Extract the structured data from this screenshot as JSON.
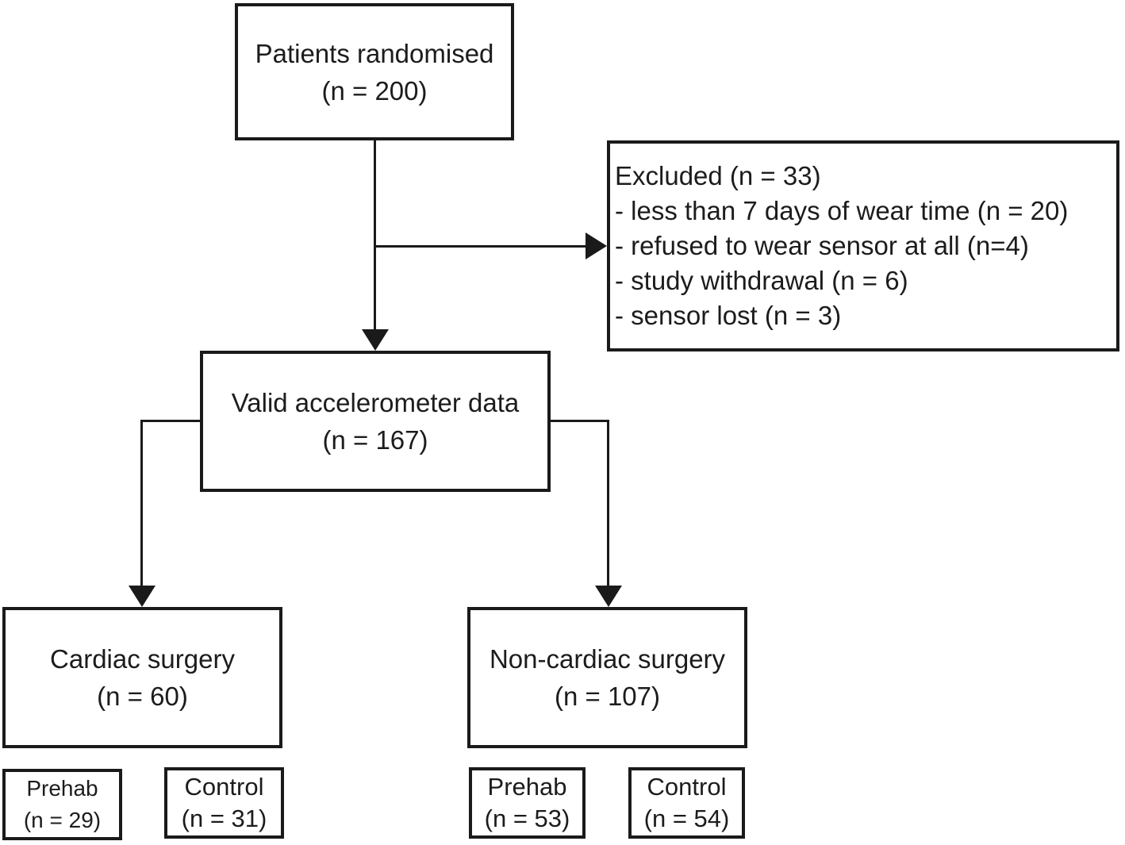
{
  "colors": {
    "background": "#ffffff",
    "ink": "#1c1c1c",
    "border": "#1a1a1a"
  },
  "boxes": {
    "randomised": {
      "line1": "Patients randomised",
      "line2": "(n = 200)"
    },
    "excluded": {
      "title": "Excluded (n = 33)",
      "items": [
        "- less than 7 days of wear time (n = 20)",
        "- refused to wear sensor at all (n=4)",
        "- study withdrawal (n = 6)",
        "- sensor lost (n = 3)"
      ]
    },
    "valid": {
      "line1": "Valid accelerometer data",
      "line2": "(n = 167)"
    },
    "cardiac": {
      "line1": "Cardiac surgery",
      "line2": "(n = 60)"
    },
    "noncardiac": {
      "line1": "Non-cardiac surgery",
      "line2": "(n = 107)"
    },
    "prehab_cardiac": {
      "line1": "Prehab",
      "line2": "(n = 29)"
    },
    "control_cardiac": {
      "line1": "Control",
      "line2": "(n = 31)"
    },
    "prehab_noncardiac": {
      "line1": "Prehab",
      "line2": "(n = 53)"
    },
    "control_noncardiac": {
      "line1": "Control",
      "line2": "(n = 54)"
    }
  }
}
